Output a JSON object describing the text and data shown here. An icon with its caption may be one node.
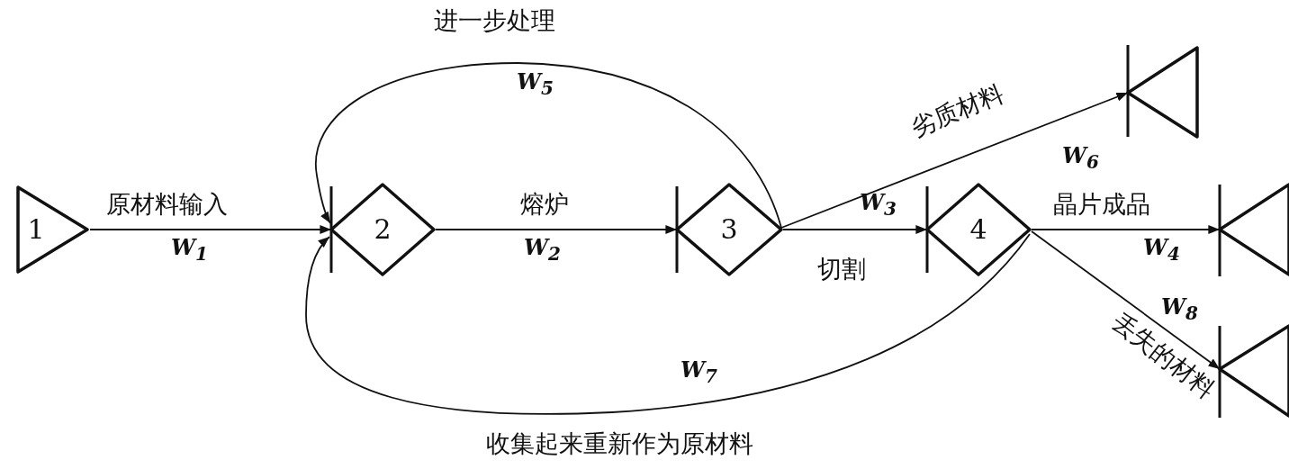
{
  "diagram": {
    "nodes": [
      {
        "text": [
          "1"
        ]
      },
      {
        "text": [
          "2"
        ]
      },
      {
        "text": [
          "3"
        ]
      },
      {
        "text": [
          "4"
        ]
      },
      {
        "text": [],
        "shape": "triangle"
      },
      {
        "text": [],
        "shape": "triangle"
      },
      {
        "text": [],
        "shape": "triangle"
      }
    ],
    "edges": [
      {
        "from": 0,
        "to": 1,
        "arrow": "to",
        "label": "W$_{1}$"
      },
      {
        "from": 1,
        "to": 2,
        "arrow": "to",
        "label": "W$_{2}$"
      },
      {
        "from": 2,
        "to": 3,
        "arrow": "to",
        "label": "W$_{3}$"
      },
      {
        "from": 2,
        "to": 1,
        "arrow": "to",
        "label": "W$_{5}$"
      },
      {
        "from": 2,
        "to": 4,
        "arrow": "to",
        "label": "W$_{6}$"
      },
      {
        "from": 3,
        "to": 5,
        "arrow": "to",
        "label": "W$_{4}$"
      },
      {
        "from": 3,
        "to": 6,
        "arrow": "to",
        "label": "W$_{8}$"
      },
      {
        "from": 3,
        "to": 1,
        "arrow": "to",
        "label": "W$_{7}$"
      }
    ],
    "labels": [
      "进一步处理",
      "劣质材料",
      "原材料输入",
      "熔炉",
      "晶片成品",
      "切割",
      "丢失的材料",
      "收集起来重新作为原材料"
    ]
  }
}
